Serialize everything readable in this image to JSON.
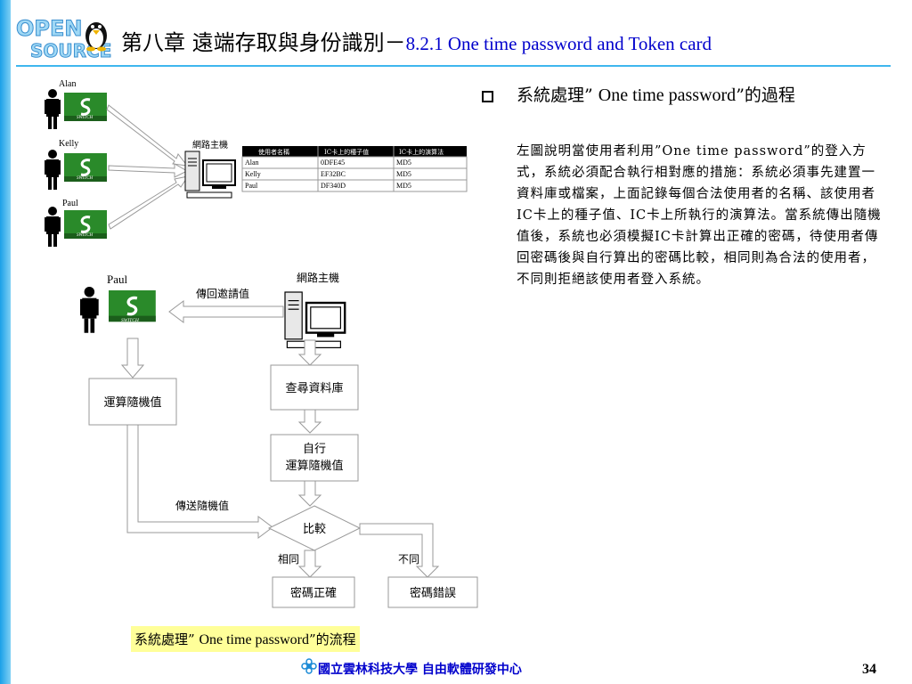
{
  "header": {
    "logo_text": "OPEN SOURCE",
    "title_cn": "第八章 遠端存取與身份識別－",
    "title_en": "8.2.1  One time password and  Token card"
  },
  "top_diagram": {
    "users": [
      "Alan",
      "Kelly",
      "Paul"
    ],
    "switch_label": "SWITCH",
    "host_label": "網路主機",
    "table": {
      "headers": [
        "使用者名稱",
        "IC卡上的種子值",
        "IC卡上的演算法"
      ],
      "rows": [
        [
          "Alan",
          "0DFE45",
          "MD5"
        ],
        [
          "Kelly",
          "EF32BC",
          "MD5"
        ],
        [
          "Paul",
          "DF340D",
          "MD5"
        ]
      ]
    }
  },
  "flow": {
    "user": "Paul",
    "host_label": "網路主機",
    "challenge_label": "傳回邀請值",
    "compute_random": "運算隨機值",
    "query_db": "查尋資料庫",
    "self_compute_1": "自行",
    "self_compute_2": "運算隨機值",
    "send_random": "傳送隨機值",
    "compare": "比較",
    "same": "相同",
    "different": "不同",
    "pw_correct": "密碼正確",
    "pw_wrong": "密碼錯誤"
  },
  "content": {
    "point_cn1": "系統處理”",
    "point_en": "One time password",
    "point_cn2": "”的過程",
    "description": "左圖說明當使用者利用”One time password”的登入方式，系統必須配合執行相對應的措施：系統必須事先建置一資料庫或檔案，上面記錄每個合法使用者的名稱、該使用者IC卡上的種子值、IC卡上所執行的演算法。當系統傳出隨機值後，系統也必須模擬IC卡計算出正確的密碼，待使用者傳回密碼後與自行算出的密碼比較，相同則為合法的使用者，不同則拒絕該使用者登入系統。"
  },
  "caption": {
    "cn1": "系統處理”",
    "en": "One time password",
    "cn2": "”的流程"
  },
  "footer": {
    "org": "國立雲林科技大學 自由軟體研發中心",
    "page": "34"
  },
  "colors": {
    "accent": "#3fb7ee",
    "title_blue": "#0000cc",
    "caption_bg": "#ffff99",
    "switch_green": "#2a8a2a"
  }
}
